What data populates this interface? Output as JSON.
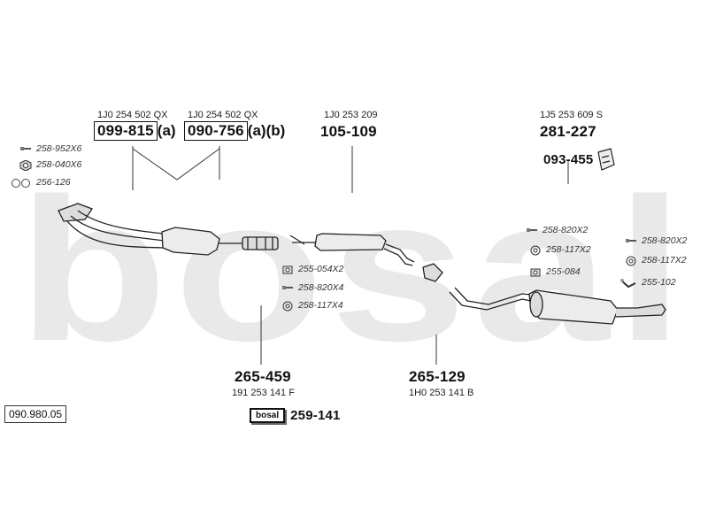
{
  "catalog_number": "090.980.05",
  "watermark": "bosal",
  "parts": [
    {
      "oem": "1J0 254 502 QX",
      "number": "099-815",
      "suffix": "(a)"
    },
    {
      "oem": "1J0 254 502 QX",
      "number": "090-756",
      "suffix": "(a)(b)"
    },
    {
      "oem": "1J0 253 209",
      "number": "105-109"
    },
    {
      "oem": "1J5 253 609 S",
      "number": "281-227"
    },
    {
      "number": "093-455"
    },
    {
      "oem": "191 253 141 F",
      "number": "265-459"
    },
    {
      "oem": "1H0 253 141 B",
      "number": "265-129"
    }
  ],
  "hardware": {
    "manifold": [
      {
        "code": "258-952X6",
        "icon": "bolt-icon"
      },
      {
        "code": "258-040X6",
        "icon": "nut-icon"
      },
      {
        "code": "256-126",
        "icon": "gasket-icon"
      }
    ],
    "front": [
      {
        "code": "255-054X2",
        "icon": "clamp-icon"
      },
      {
        "code": "258-820X4",
        "icon": "bolt-icon"
      },
      {
        "code": "258-117X4",
        "icon": "ring-icon"
      }
    ],
    "rear_mid": [
      {
        "code": "258-820X2",
        "icon": "bolt-icon"
      },
      {
        "code": "258-117X2",
        "icon": "ring-icon"
      },
      {
        "code": "255-084",
        "icon": "clamp-icon"
      }
    ],
    "rear_right": [
      {
        "code": "258-820X2",
        "icon": "bolt-icon"
      },
      {
        "code": "258-117X2",
        "icon": "ring-icon"
      },
      {
        "code": "255-102",
        "icon": "hanger-icon"
      }
    ]
  },
  "kit": {
    "badge": "bosal",
    "number": "259-141"
  }
}
